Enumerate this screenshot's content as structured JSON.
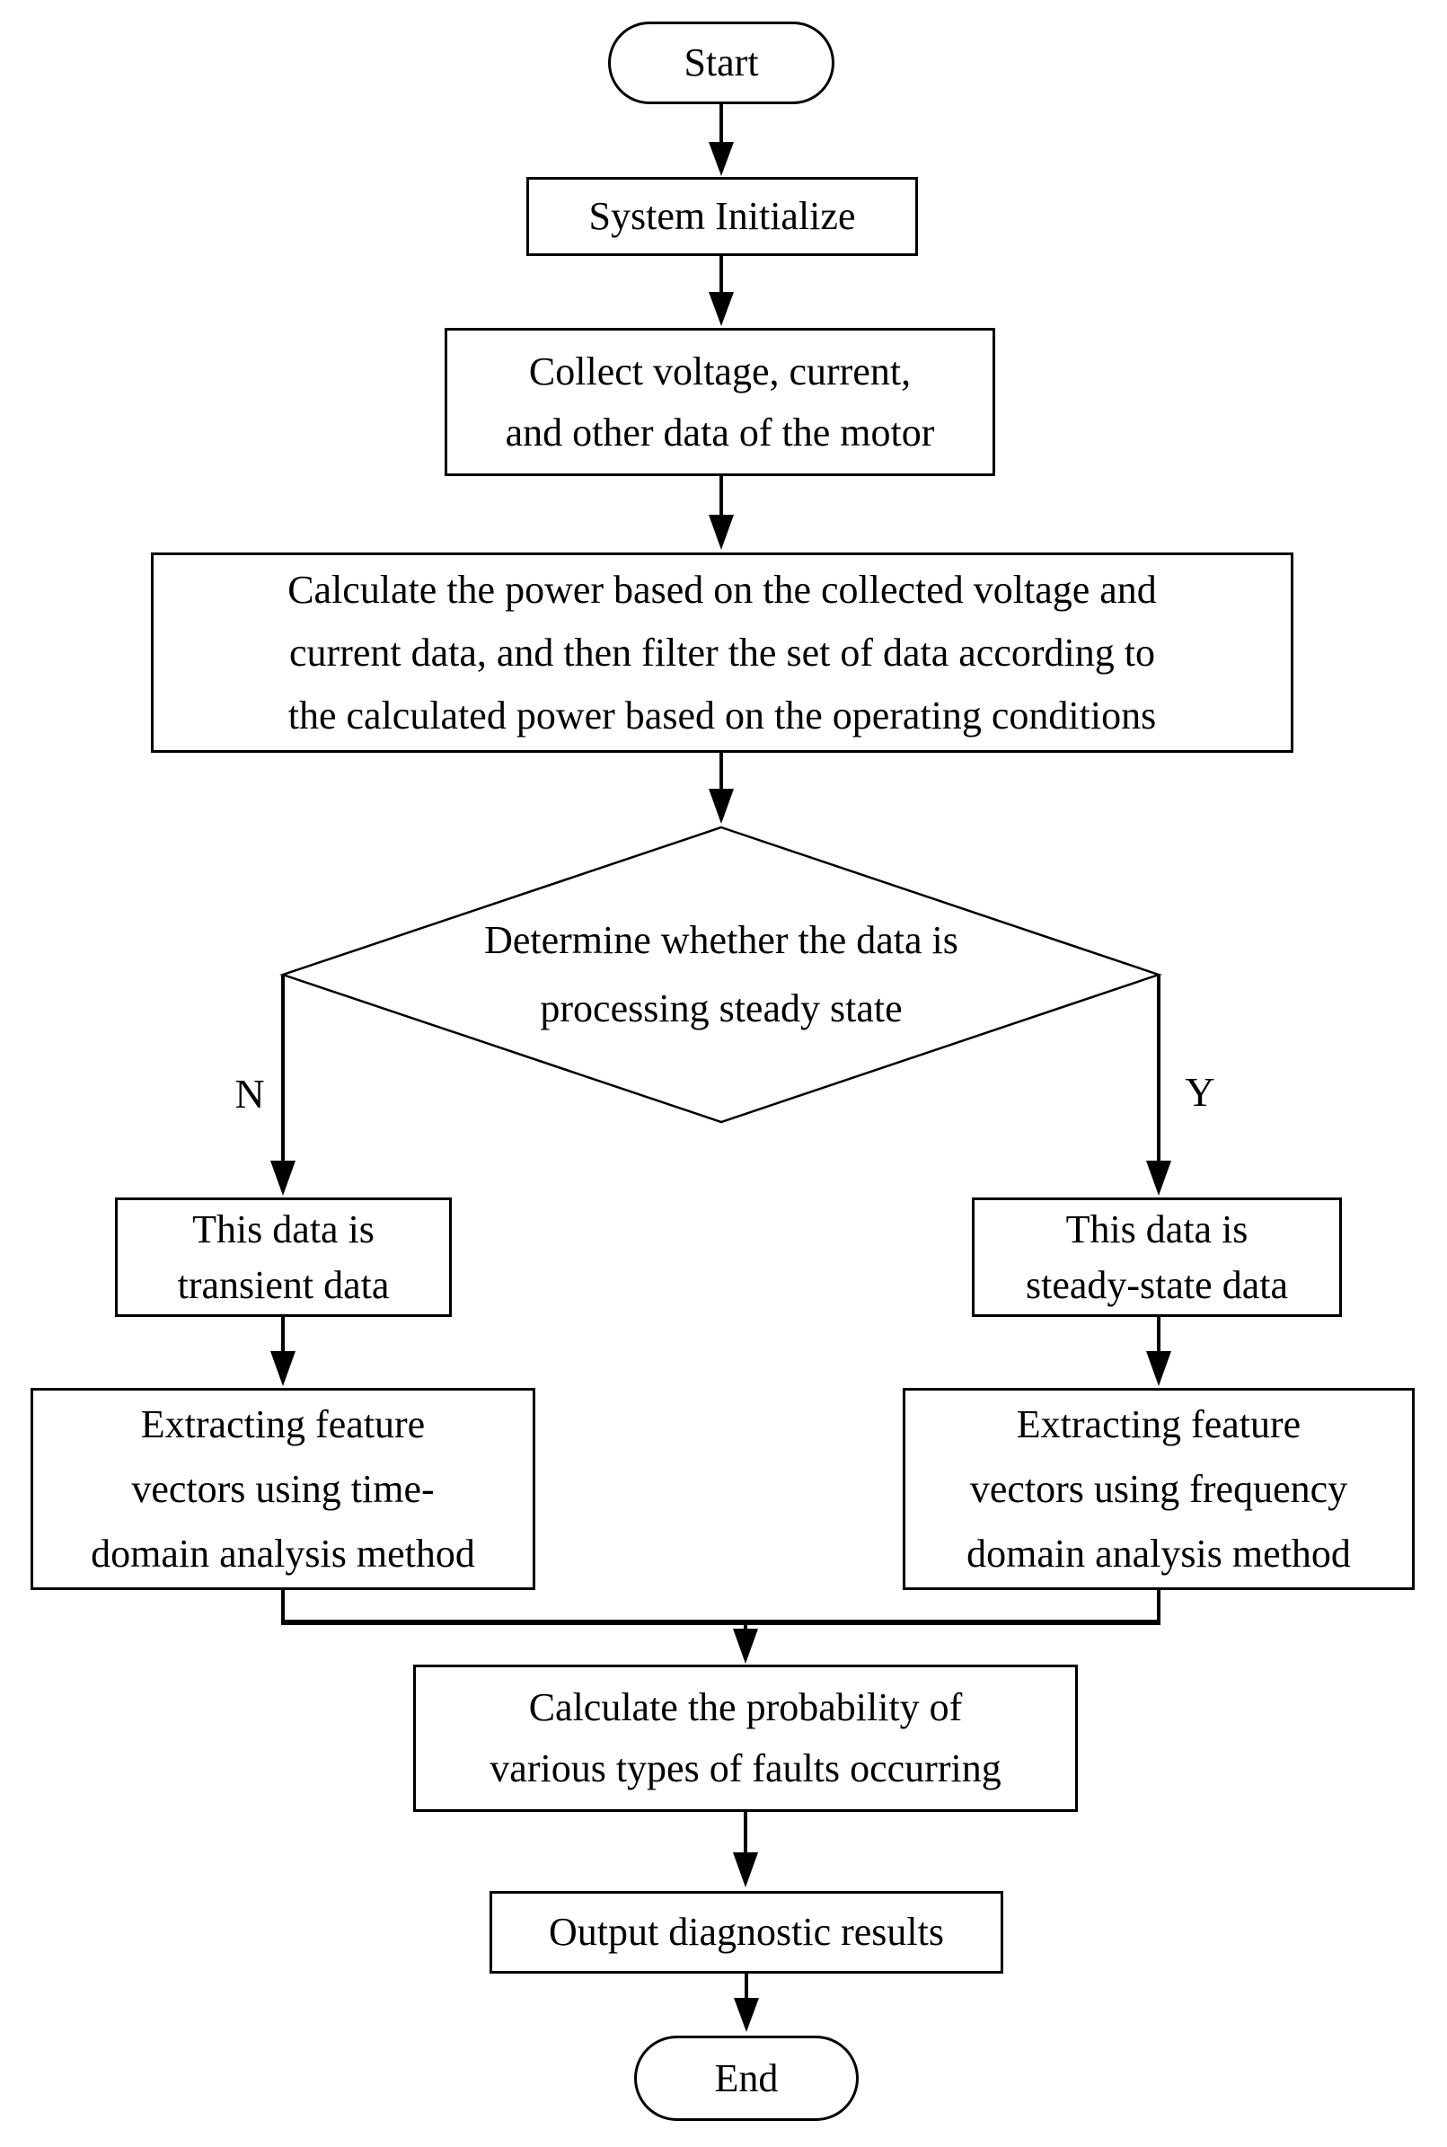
{
  "flowchart": {
    "background": "#ffffff",
    "stroke_color": "#000000",
    "text_color": "#000000",
    "nodes": {
      "start": {
        "type": "terminator",
        "lines": [
          "Start"
        ]
      },
      "system_initialize": {
        "type": "process",
        "lines": [
          "System Initialize"
        ]
      },
      "collect_data": {
        "type": "process",
        "lines": [
          "Collect voltage, current,",
          "and other data of the motor"
        ]
      },
      "calculate_power": {
        "type": "process",
        "lines": [
          "Calculate the power based on the collected voltage and",
          "current data, and then filter the set of data according to",
          "the calculated power based on the operating conditions"
        ]
      },
      "steady_state_decision": {
        "type": "decision",
        "lines": [
          "Determine whether the data is",
          "processing steady state"
        ]
      },
      "transient_data": {
        "type": "process",
        "lines": [
          "This data is",
          "transient data"
        ]
      },
      "steady_state_data": {
        "type": "process",
        "lines": [
          "This data is",
          "steady-state data"
        ]
      },
      "extract_time_domain": {
        "type": "process",
        "lines": [
          "Extracting feature",
          "vectors using time-",
          "domain analysis method"
        ]
      },
      "extract_frequency_domain": {
        "type": "process",
        "lines": [
          "Extracting feature",
          "vectors using frequency",
          "domain analysis method"
        ]
      },
      "fault_probability": {
        "type": "process",
        "lines": [
          "Calculate the probability of",
          "various types of faults occurring"
        ]
      },
      "output_results": {
        "type": "process",
        "lines": [
          "Output diagnostic results"
        ]
      },
      "end": {
        "type": "terminator",
        "lines": [
          "End"
        ]
      }
    },
    "branch_labels": {
      "no": "N",
      "yes": "Y"
    },
    "edges": [
      {
        "from": "start",
        "to": "system_initialize"
      },
      {
        "from": "system_initialize",
        "to": "collect_data"
      },
      {
        "from": "collect_data",
        "to": "calculate_power"
      },
      {
        "from": "calculate_power",
        "to": "steady_state_decision"
      },
      {
        "from": "steady_state_decision",
        "to": "transient_data",
        "label": "N"
      },
      {
        "from": "steady_state_decision",
        "to": "steady_state_data",
        "label": "Y"
      },
      {
        "from": "transient_data",
        "to": "extract_time_domain"
      },
      {
        "from": "steady_state_data",
        "to": "extract_frequency_domain"
      },
      {
        "from": "extract_time_domain",
        "to": "fault_probability"
      },
      {
        "from": "extract_frequency_domain",
        "to": "fault_probability"
      },
      {
        "from": "fault_probability",
        "to": "output_results"
      },
      {
        "from": "output_results",
        "to": "end"
      }
    ]
  }
}
